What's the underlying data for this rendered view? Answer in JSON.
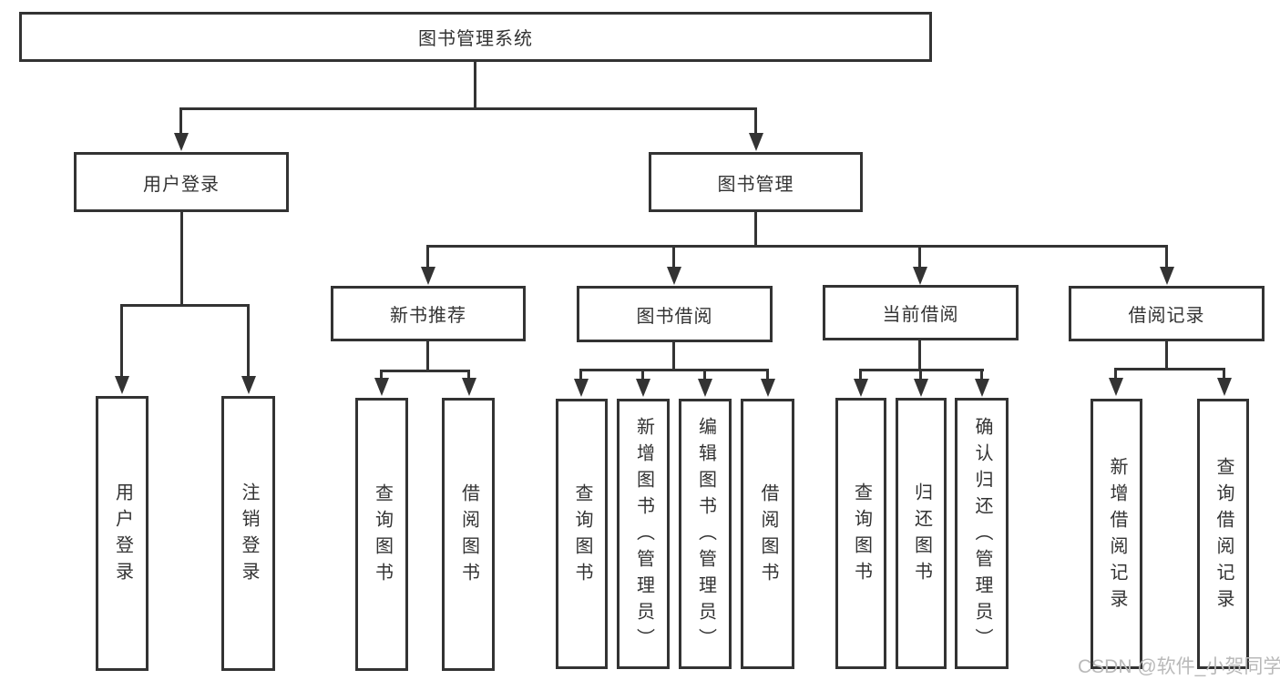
{
  "diagram": {
    "root": {
      "label": "图书管理系统"
    },
    "level2": [
      {
        "id": "user-login",
        "label": "用户登录"
      },
      {
        "id": "book-management",
        "label": "图书管理"
      }
    ],
    "level3": [
      {
        "id": "new-book-recommend",
        "label": "新书推荐"
      },
      {
        "id": "book-borrowing",
        "label": "图书借阅"
      },
      {
        "id": "current-borrowing",
        "label": "当前借阅"
      },
      {
        "id": "borrowing-records",
        "label": "借阅记录"
      }
    ],
    "leaves": {
      "user_login": [
        "用户登录",
        "注销登录"
      ],
      "new_book_recommend": [
        "查询图书",
        "借阅图书"
      ],
      "book_borrowing": [
        "查询图书",
        "新增图书（管理员）",
        "编辑图书（管理员）",
        "借阅图书"
      ],
      "current_borrowing": [
        "查询图书",
        "归还图书",
        "确认归还（管理员）"
      ],
      "borrowing_records": [
        "新增借阅记录",
        "查询借阅记录"
      ]
    },
    "watermark": "CSDN @软件_小贺同学",
    "colors": {
      "line": "#333333",
      "text": "#333333",
      "background": "#ffffff",
      "watermark": "#b9b9b9"
    }
  }
}
